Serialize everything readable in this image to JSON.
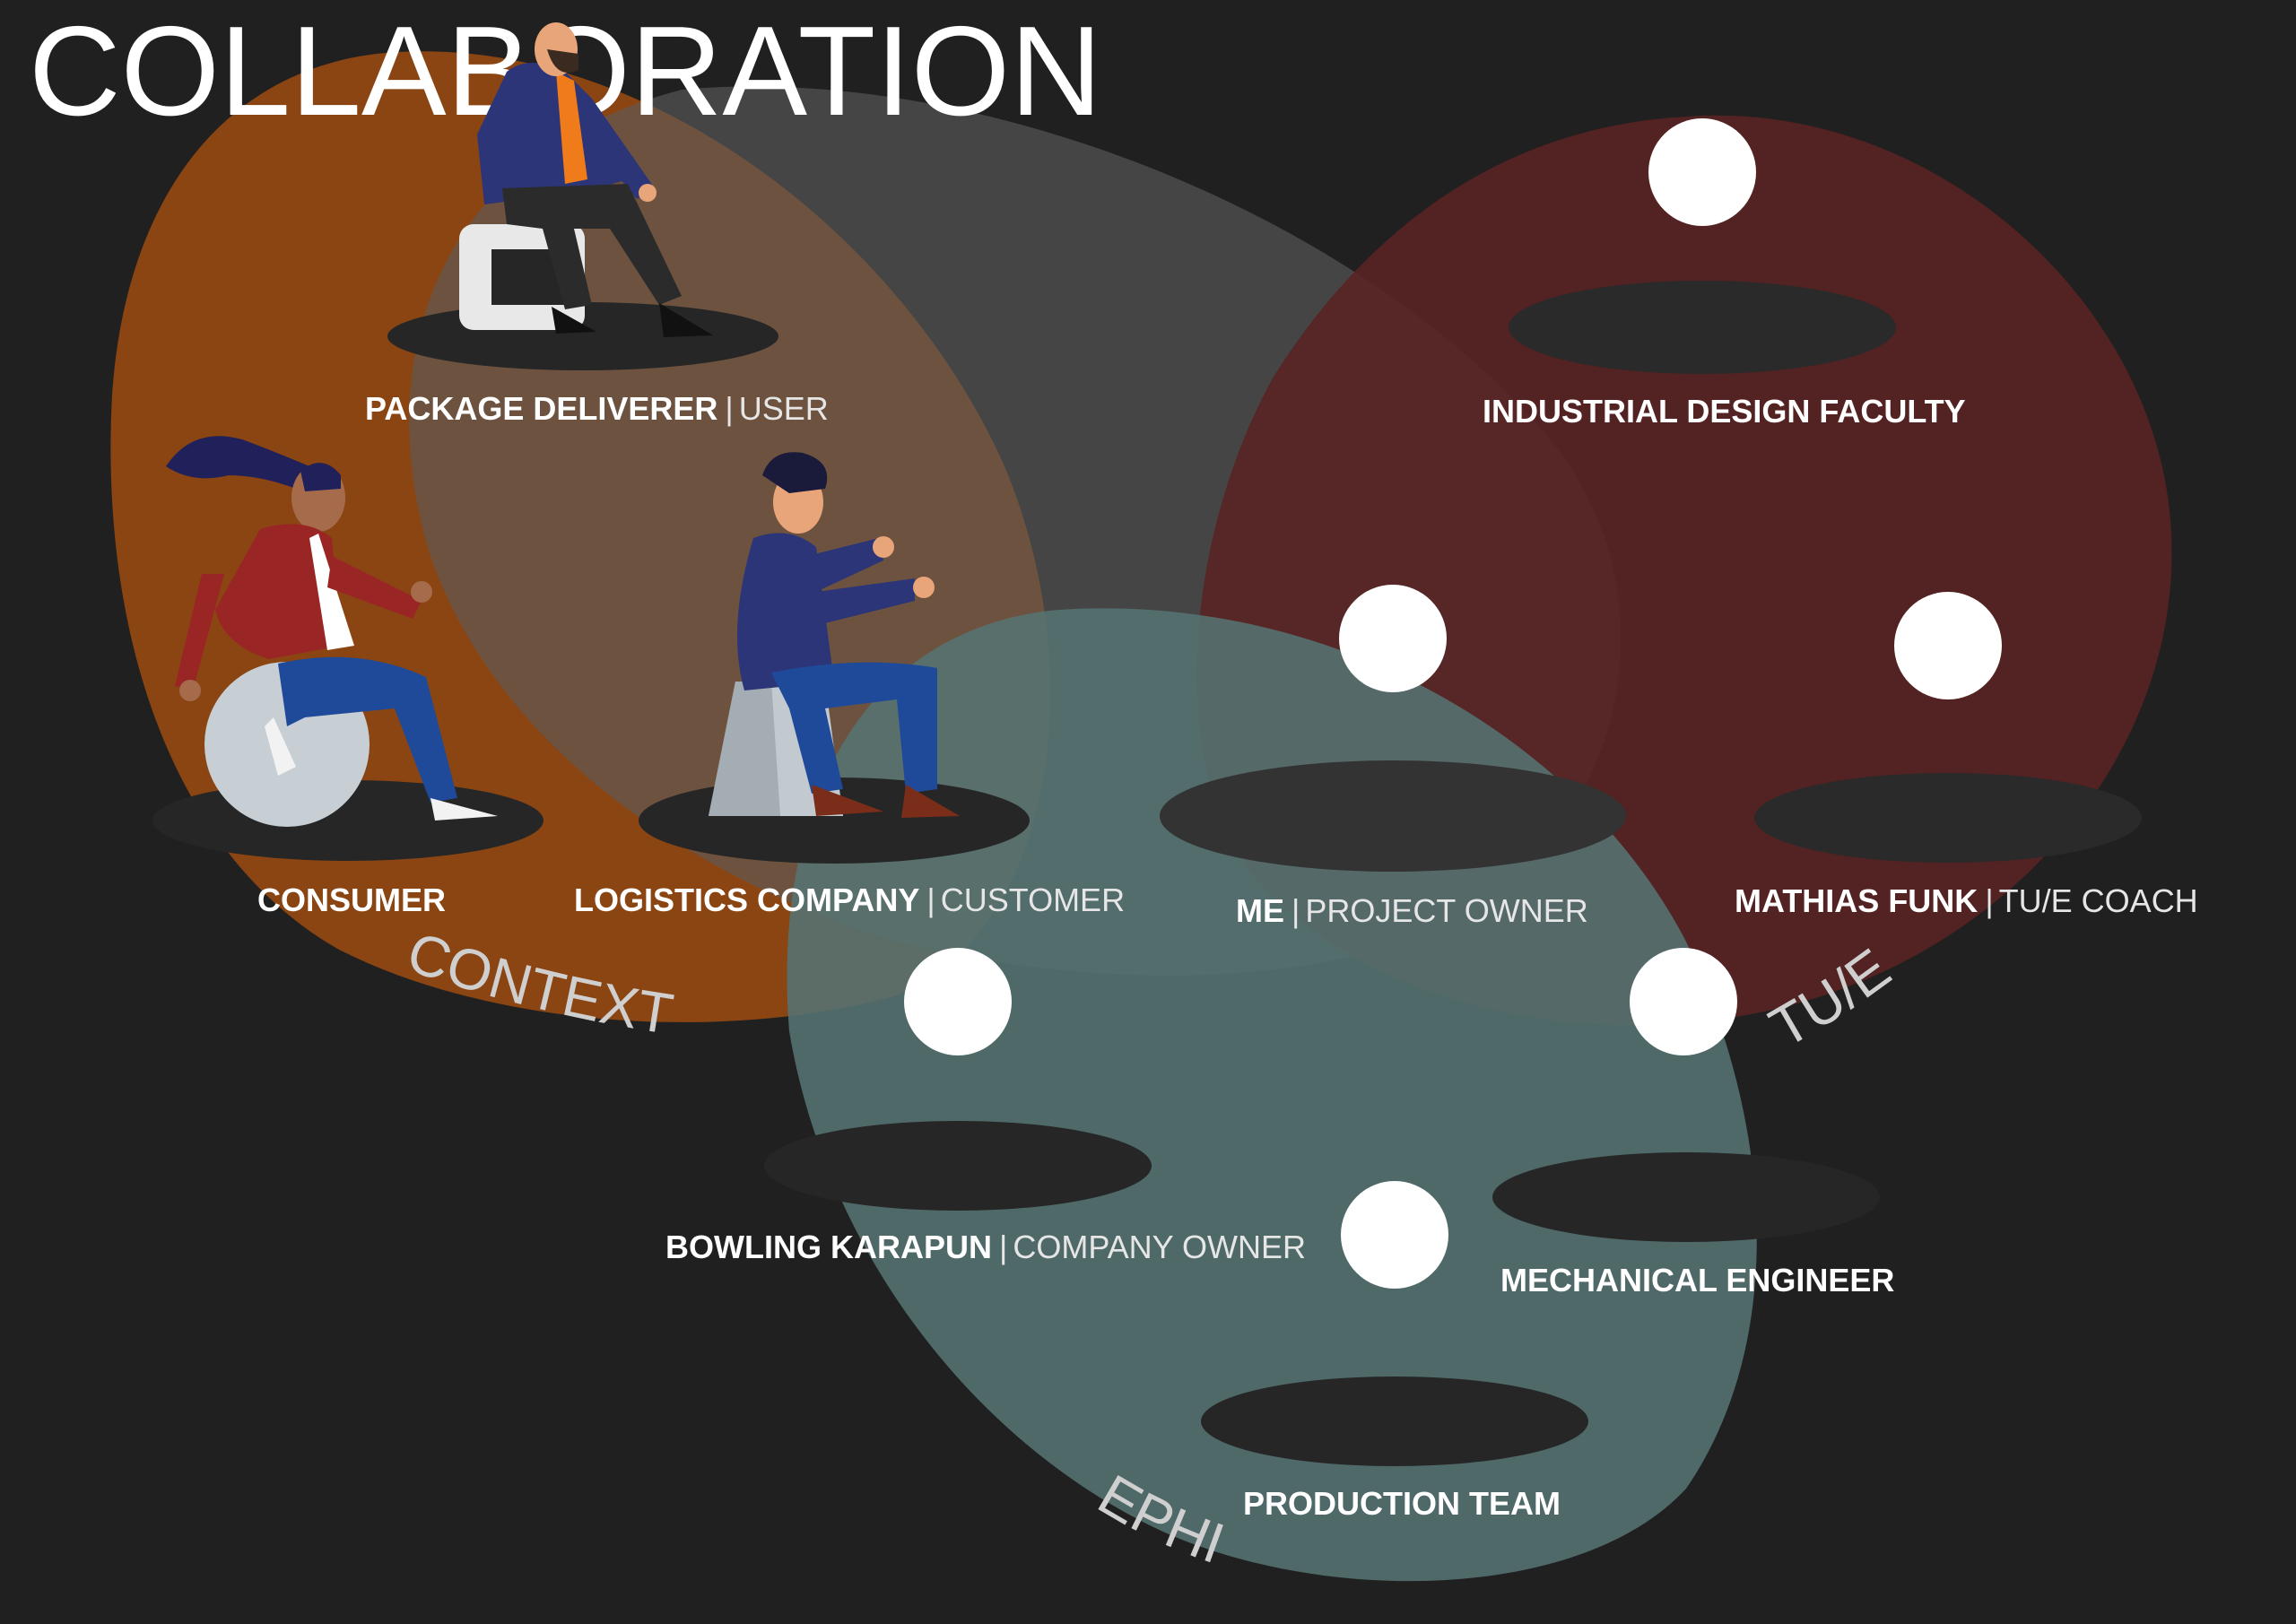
{
  "title": "COLLABORATION",
  "groups": {
    "context": {
      "label": "CONTEXT",
      "color": "#8a4512"
    },
    "overlap": {
      "color": "#5c5c5c"
    },
    "tue": {
      "label": "TU/E",
      "color": "#5a2222"
    },
    "ephi": {
      "label": "EPHI",
      "color": "#557373"
    }
  },
  "stakeholders": {
    "package_deliverer": {
      "name": "PACKAGE DELIVERER",
      "role": "USER"
    },
    "consumer": {
      "name": "CONSUMER"
    },
    "logistics_company": {
      "name": "LOGISTICS COMPANY",
      "role": "CUSTOMER"
    },
    "industrial_design_faculty": {
      "name": "INDUSTRIAL DESIGN FACULTY"
    },
    "me": {
      "name": "ME",
      "role": "PROJECT OWNER"
    },
    "mathias_funk": {
      "name": "MATHIAS FUNK",
      "role": "TU/E COACH"
    },
    "bowling_karapun": {
      "name": "BOWLING KARAPUN",
      "role": "COMPANY OWNER"
    },
    "mechanical_engineer": {
      "name": "MECHANICAL ENGINEER"
    },
    "production_team": {
      "name": "PRODUCTION TEAM"
    }
  },
  "separator": "|"
}
